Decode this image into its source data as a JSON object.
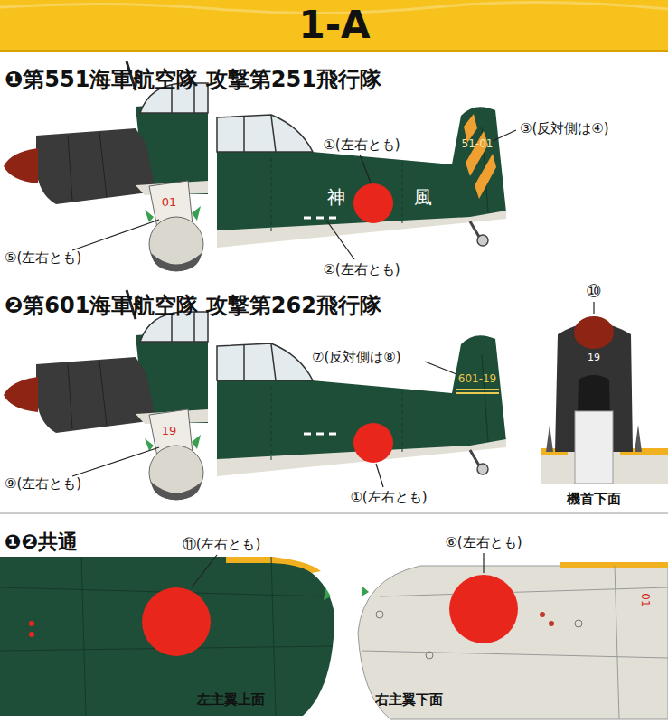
{
  "diagram": {
    "title": "1-A",
    "labels": [
      "❶第551海軍航空隊 攻撃第251飛行隊",
      "③(反対側は④)",
      "①(左右とも)",
      "51-01",
      "神",
      "風",
      "01",
      "⑤(左右とも)",
      "②(左右とも)",
      "❷第601海軍航空隊 攻撃第262飛行隊",
      "⑩",
      "⑦(反対側は⑧)",
      "601-19",
      "19",
      "19",
      "⑨(左右とも)",
      "①(左右とも)",
      "機首下面",
      "❶❷共通",
      "⑪(左右とも)",
      "⑥(左右とも)",
      "01",
      "左主翼上面",
      "右主翼下面"
    ]
  }
}
